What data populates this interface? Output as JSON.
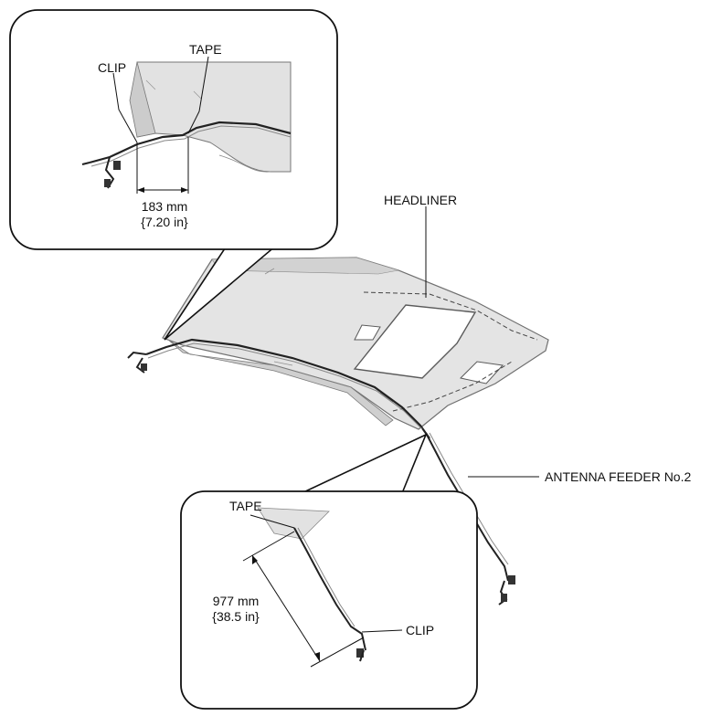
{
  "diagram": {
    "labels": {
      "tape_top": "TAPE",
      "clip_top": "CLIP",
      "dim_top_mm": "183 mm",
      "dim_top_in": "{7.20 in}",
      "headliner": "HEADLINER",
      "antenna_feeder": "ANTENNA FEEDER No.2",
      "tape_bottom": "TAPE",
      "dim_bottom_mm": "977 mm",
      "dim_bottom_in": "{38.5 in}",
      "clip_bottom": "CLIP"
    }
  }
}
